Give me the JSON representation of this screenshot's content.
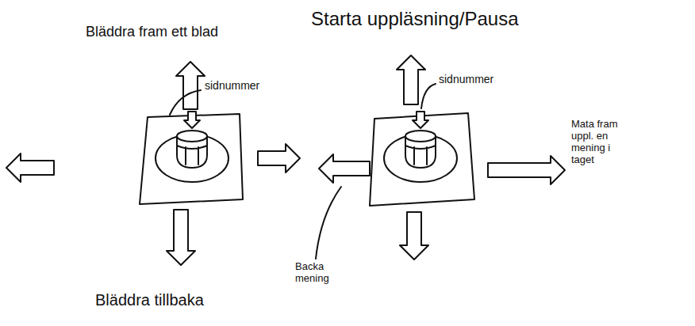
{
  "diagram": {
    "labels": [
      "Bläddra fram ett blad",
      "sidnummer",
      "Bläddra tillbaka",
      "Starta uppläsning/Pausa",
      "sidnummer",
      "Mata fram uppl. en mening i taget",
      "Backa mening"
    ]
  }
}
